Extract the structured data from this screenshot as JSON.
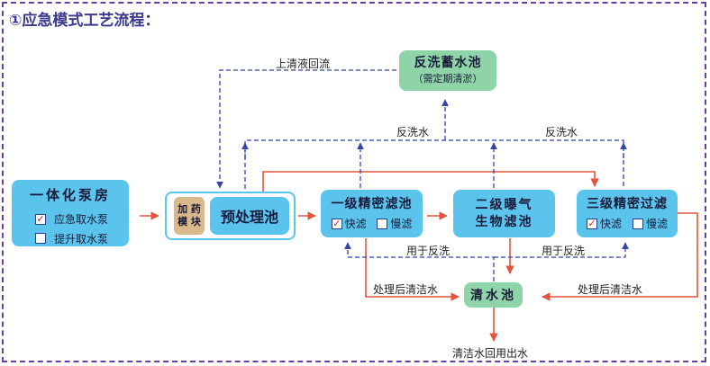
{
  "title": "①应急模式工艺流程：",
  "boxes": {
    "pump_house": {
      "label": "一体化泵房",
      "options": [
        {
          "label": "应急取水泵",
          "checked": true,
          "check_symbol": "✓"
        },
        {
          "label": "提升取水泵",
          "checked": false,
          "check_symbol": ""
        }
      ]
    },
    "dosing": {
      "label_line1": "加 药",
      "label_line2": "模 块"
    },
    "pretreat": {
      "label": "预处理池"
    },
    "primary_filter": {
      "label": "一级精密滤池",
      "options": [
        {
          "label": "快滤",
          "checked": true,
          "check_symbol": "✓"
        },
        {
          "label": "慢滤",
          "checked": false,
          "check_symbol": ""
        }
      ]
    },
    "secondary_bio": {
      "label_line1": "二级曝气",
      "label_line2": "生物滤池"
    },
    "tertiary_filter": {
      "label": "三级精密过滤",
      "options": [
        {
          "label": "快滤",
          "checked": true,
          "check_symbol": "✓"
        },
        {
          "label": "慢滤",
          "checked": false,
          "check_symbol": ""
        }
      ]
    },
    "backwash_tank": {
      "label_line1": "反洗蓄水池",
      "label_line2": "（需定期清淤）"
    },
    "clean_tank": {
      "label": "清水池"
    }
  },
  "flow_labels": {
    "upper_clear_return": "上清液回流",
    "backwash_water_left": "反洗水",
    "backwash_water_right": "反洗水",
    "for_backwash_left": "用于反洗",
    "for_backwash_right": "用于反洗",
    "treated_water_left": "处理后清洁水",
    "treated_water_right": "处理后清洁水",
    "clean_water_return": "清洁水回用出水"
  },
  "colors": {
    "box_blue": "#5bc4ec",
    "box_green": "#8fd4a8",
    "dosing_tan": "#d9b98c",
    "main_flow_red": "#e2553f",
    "backwash_dashed_blue": "#3545a8",
    "checkmark_red": "#d8232a",
    "border_purple": "#6b3fa0"
  }
}
